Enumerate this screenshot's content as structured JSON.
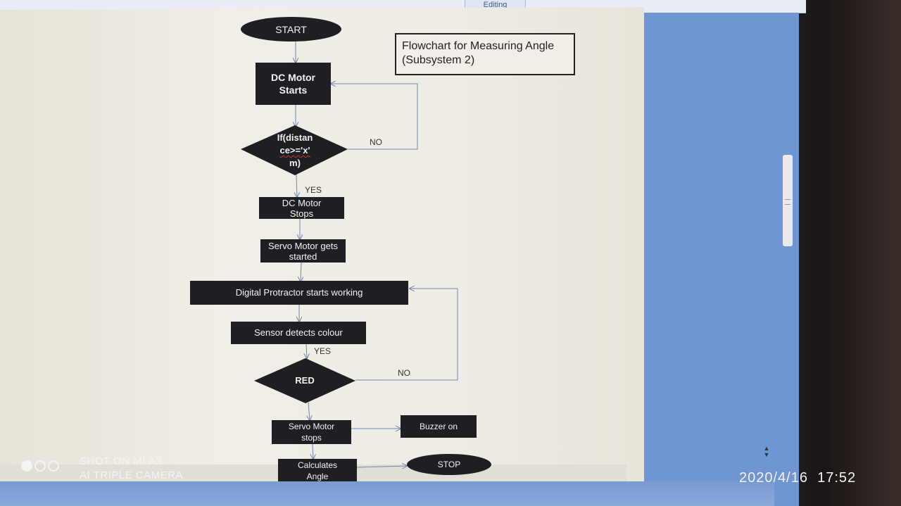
{
  "ribbon": {
    "tab_label": "Editing"
  },
  "flowchart": {
    "title": "Flowchart for Measuring Angle (Subsystem 2)",
    "start": "START",
    "dc_motor_starts": "DC Motor Starts",
    "decision_distance": [
      "If(distan",
      "ce>='x'",
      "m)"
    ],
    "no_label_1": "NO",
    "yes_label_1": "YES",
    "dc_motor_stops": "DC Motor Stops",
    "servo_motor_started": "Servo Motor gets started",
    "digital_protractor": "Digital Protractor starts working",
    "sensor_detects": "Sensor detects colour",
    "yes_label_2": "YES",
    "decision_red": "RED",
    "no_label_2": "NO",
    "servo_motor_stops": "Servo Motor stops",
    "buzzer_on": "Buzzer on",
    "calculates_angle": "Calculates Angle",
    "stop": "STOP"
  },
  "watermark": {
    "line1": "SHOT ON MI A3",
    "line2": "AI TRIPLE CAMERA",
    "date": "2020/4/16",
    "time": "17:52"
  }
}
